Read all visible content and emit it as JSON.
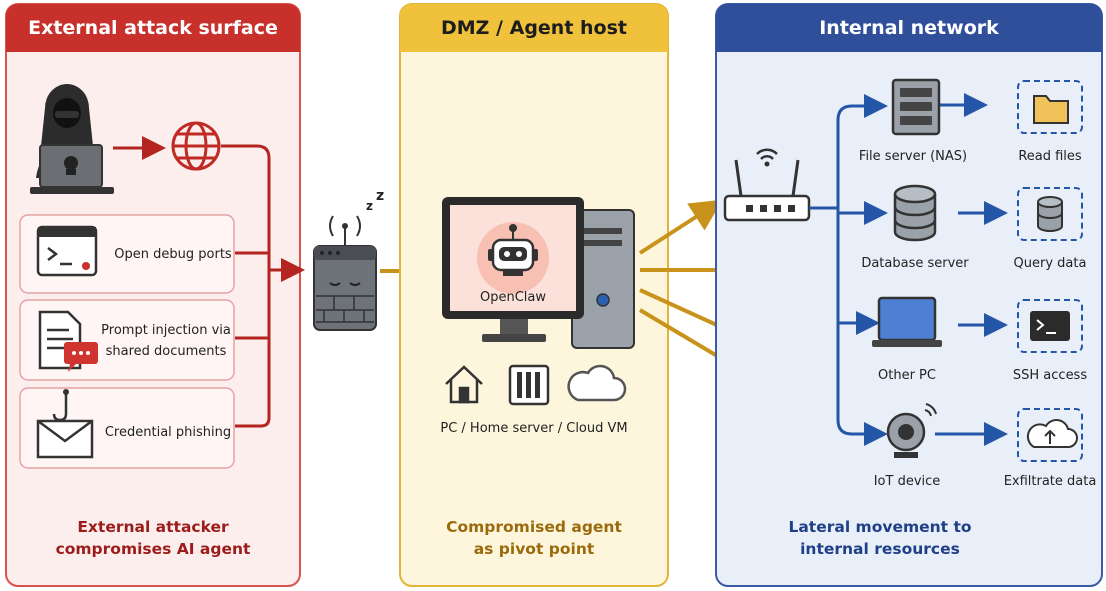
{
  "panels": {
    "external": {
      "title": "External attack surface",
      "items": [
        "Open debug ports",
        "Prompt injection via",
        "shared documents",
        "Credential phishing"
      ],
      "caption": [
        "External attacker",
        "compromises AI agent"
      ],
      "colors": {
        "header": "#c8302c",
        "bg": "#fdeeee",
        "border": "#d9534f",
        "arrow": "#b42420"
      }
    },
    "dmz": {
      "title": "DMZ / Agent host",
      "agent_label": "OpenClaw",
      "host_types": "PC / Home server / Cloud VM",
      "caption": [
        "Compromised agent",
        "as pivot point"
      ],
      "colors": {
        "header": "#f0c23c",
        "bg": "#fdf6dc",
        "border": "#e2b53a",
        "arrow": "#c9921a"
      }
    },
    "internal": {
      "title": "Internal network",
      "devices": [
        "File server (NAS)",
        "Database server",
        "Other PC",
        "IoT device"
      ],
      "actions": [
        "Read files",
        "Query data",
        "SSH access",
        "Exfiltrate data"
      ],
      "caption": [
        "Lateral movement to",
        "internal resources"
      ],
      "colors": {
        "header": "#2f4f9a",
        "bg": "#e9eff9",
        "border": "#3b5ba8",
        "arrow": "#2456a8"
      }
    }
  },
  "icons": [
    "hacker-icon",
    "globe-icon",
    "terminal-icon",
    "document-icon",
    "phishing-icon",
    "firewall-icon",
    "sleep-icon",
    "monitor-icon",
    "robot-icon",
    "house-icon",
    "server-icon",
    "cloud-icon",
    "router-icon",
    "nas-icon",
    "database-icon",
    "pc-icon",
    "webcam-icon",
    "folder-icon",
    "db-small-icon",
    "ssh-icon",
    "upload-cloud-icon"
  ]
}
